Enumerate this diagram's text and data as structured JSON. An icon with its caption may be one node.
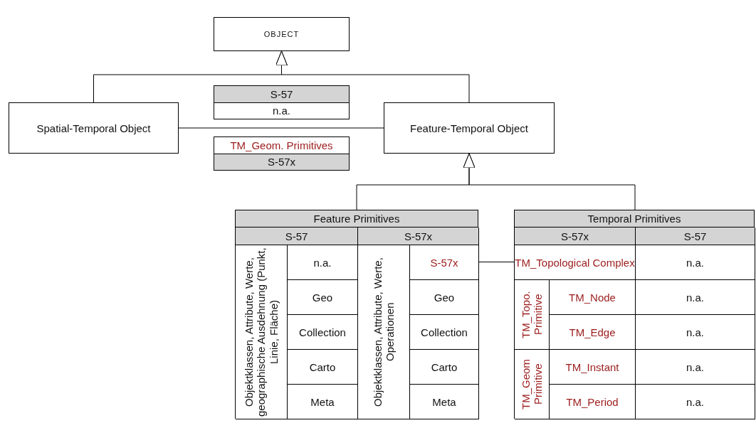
{
  "diagram": {
    "nodes": [
      {
        "text": [
          "OBJECT"
        ]
      },
      {
        "text": [
          "S-57",
          "n.a."
        ]
      },
      {
        "text": [
          "Spatial-Temporal Object"
        ]
      },
      {
        "text": [
          "Feature-Temporal Object"
        ]
      },
      {
        "text": [
          "TM_Geom. Primitives",
          "S-57x"
        ]
      },
      {
        "text": [
          "Feature Primitives"
        ]
      },
      {
        "text": [
          "S-57"
        ],
        "in": 5
      },
      {
        "text": [
          "S-57x"
        ],
        "in": 5
      },
      {
        "text": [
          "Objektklassen, Attribute, Werte, geographische Ausdehnung (Punkt, Linie, Fläche)"
        ],
        "in": 5
      },
      {
        "text": [
          "n.a."
        ],
        "in": 5
      },
      {
        "text": [
          "Objektklassen, Attribute, Werte, Operationen"
        ],
        "in": 5
      },
      {
        "text": [
          "S-57x"
        ],
        "in": 5
      },
      {
        "text": [
          "Geo"
        ],
        "in": 5
      },
      {
        "text": [
          "Geo"
        ],
        "in": 5
      },
      {
        "text": [
          "Collection"
        ],
        "in": 5
      },
      {
        "text": [
          "Collection"
        ],
        "in": 5
      },
      {
        "text": [
          "Carto"
        ],
        "in": 5
      },
      {
        "text": [
          "Carto"
        ],
        "in": 5
      },
      {
        "text": [
          "Meta"
        ],
        "in": 5
      },
      {
        "text": [
          "Meta"
        ],
        "in": 5
      },
      {
        "text": [
          "Temporal Primitives"
        ]
      },
      {
        "text": [
          "S-57x"
        ],
        "in": 20
      },
      {
        "text": [
          "S-57"
        ],
        "in": 20
      },
      {
        "text": [
          "TM_Topological Complex"
        ],
        "in": 20
      },
      {
        "text": [
          "n.a."
        ],
        "in": 20
      },
      {
        "text": [
          "TM_Topo. Primitive"
        ],
        "in": 20
      },
      {
        "text": [
          "TM_Node"
        ],
        "in": 20
      },
      {
        "text": [
          "n.a."
        ],
        "in": 20
      },
      {
        "text": [
          "TM_Edge"
        ],
        "in": 20
      },
      {
        "text": [
          "n.a."
        ],
        "in": 20
      },
      {
        "text": [
          "TM_Geom Primitive"
        ],
        "in": 20
      },
      {
        "text": [
          "TM_Instant"
        ],
        "in": 20
      },
      {
        "text": [
          "n.a."
        ],
        "in": 20
      },
      {
        "text": [
          "TM_Period"
        ],
        "in": 20
      },
      {
        "text": [
          "n.a."
        ],
        "in": 20
      }
    ],
    "edges": [
      {
        "from": 2,
        "to": 0,
        "arrow": "to"
      },
      {
        "from": 3,
        "to": 0,
        "arrow": "to"
      },
      {
        "from": 2,
        "to": 3,
        "arrow": "none"
      },
      {
        "from": 5,
        "to": 3,
        "arrow": "to"
      },
      {
        "from": 20,
        "to": 3,
        "arrow": "to"
      },
      {
        "from": 11,
        "to": 23,
        "arrow": "none"
      }
    ]
  }
}
